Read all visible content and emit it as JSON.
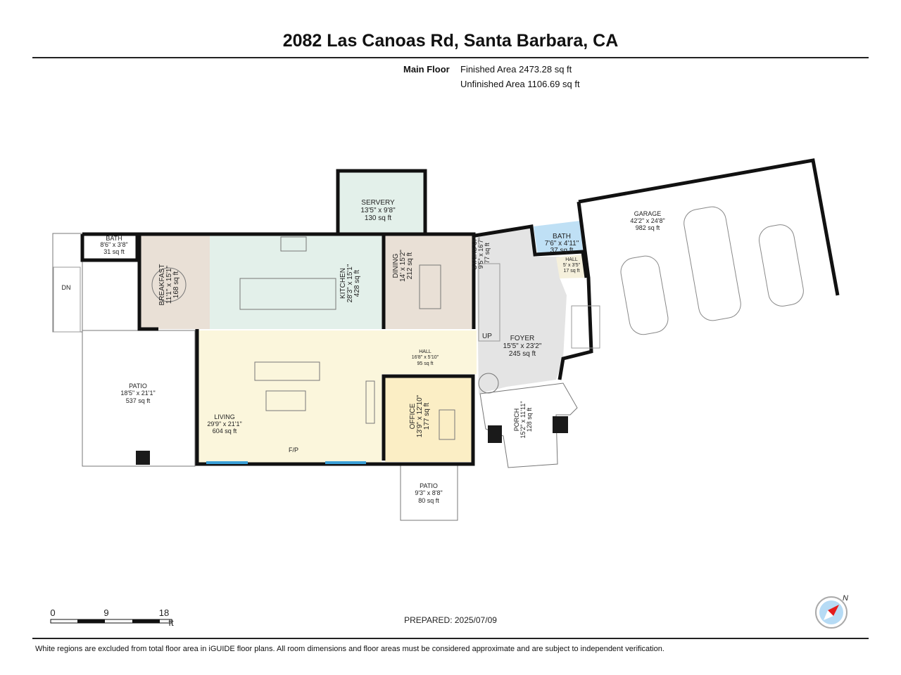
{
  "title": "2082 Las Canoas Rd, Santa Barbara, CA",
  "summary": {
    "floor": "Main Floor",
    "finished": "Finished Area 2473.28 sq ft",
    "unfinished": "Unfinished Area 1106.69 sq ft"
  },
  "rooms": {
    "bath1": {
      "name": "BATH",
      "dims": "8'6\" x 3'8\"",
      "area": "31 sq ft"
    },
    "breakfast": {
      "name": "BREAKFAST",
      "dims": "11'1\" x 15'1\"",
      "area": "168 sq ft"
    },
    "kitchen": {
      "name": "KITCHEN",
      "dims": "28'3\" x 15'1\"",
      "area": "428 sq ft"
    },
    "servery": {
      "name": "SERVERY",
      "dims": "13'5\" x 9'8\"",
      "area": "130 sq ft"
    },
    "dining": {
      "name": "DINING",
      "dims": "14' x 15'2\"",
      "area": "212 sq ft"
    },
    "stairs": {
      "name": "STAIRS UP",
      "dims": "9'5\" x 16'7\"",
      "area": "77 sq ft"
    },
    "bath2": {
      "name": "BATH",
      "dims": "7'6\" x 4'11\"",
      "area": "37 sq ft"
    },
    "hall_small": {
      "name": "HALL",
      "dims": "5' x 3'5\"",
      "area": "17 sq ft"
    },
    "garage": {
      "name": "GARAGE",
      "dims": "42'2\" x 24'8\"",
      "area": "982 sq ft"
    },
    "foyer": {
      "name": "FOYER",
      "dims": "15'5\" x 23'2\"",
      "area": "245 sq ft"
    },
    "hall": {
      "name": "HALL",
      "dims": "16'8\" x 5'10\"",
      "area": "95 sq ft"
    },
    "living": {
      "name": "LIVING",
      "dims": "29'9\" x 21'1\"",
      "area": "604 sq ft"
    },
    "office": {
      "name": "OFFICE",
      "dims": "13'9\" x 12'10\"",
      "area": "177 sq ft"
    },
    "patio_left": {
      "name": "PATIO",
      "dims": "18'5\" x 21'1\"",
      "area": "537 sq ft"
    },
    "patio_bottom": {
      "name": "PATIO",
      "dims": "9'3\" x 8'8\"",
      "area": "80 sq ft"
    },
    "porch": {
      "name": "PORCH",
      "dims": "15'2\" x 11'11\"",
      "area": "128 sq ft"
    }
  },
  "labels": {
    "dn": "DN",
    "up": "UP",
    "fp": "F/P"
  },
  "scale": {
    "t0": "0",
    "t1": "9",
    "t2": "18",
    "unit": "ft"
  },
  "prepared": "PREPARED: 2025/07/09",
  "compass": "N",
  "footer": "White regions are excluded from total floor area in iGUIDE floor plans. All room dimensions and floor areas must be considered approximate and are subject to independent verification.",
  "colors": {
    "kitchen": "#e3f0ea",
    "breakfast": "#e9e0d6",
    "living": "#fbf6dc",
    "office": "#fbeec5",
    "foyer": "#e4e4e4",
    "bath": "#bfe0f5"
  }
}
